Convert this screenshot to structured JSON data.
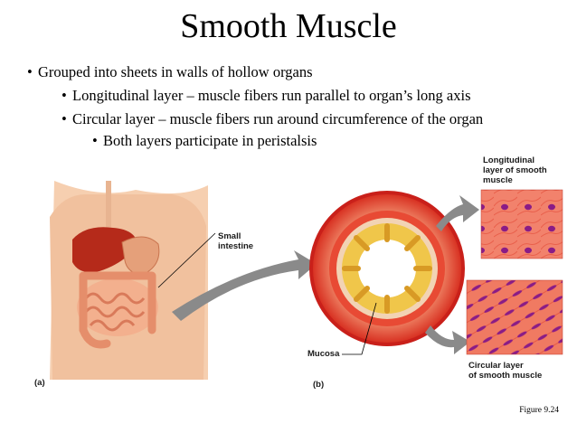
{
  "slide": {
    "title": "Smooth Muscle",
    "bullets": [
      {
        "symbol": "•",
        "text": "Grouped into sheets in walls of hollow organs"
      },
      {
        "symbol": "•",
        "text": "Longitudinal layer – muscle fibers run parallel to organ’s long axis"
      },
      {
        "symbol": "•",
        "text": "Circular layer – muscle fibers run around circumference of the organ"
      },
      {
        "symbol": "•",
        "text": "Both layers participate in peristalsis"
      }
    ],
    "figure": {
      "panel_a": "(a)",
      "panel_b": "(b)",
      "small_intestine": "Small\nintestine",
      "mucosa": "Mucosa",
      "longitudinal": "Longitudinal\nlayer of smooth\nmuscle",
      "circular": "Circular layer\nof smooth muscle",
      "caption": "Figure 9.24"
    },
    "colors": {
      "muscle_red": "#e23a28",
      "mucosa_yellow": "#f0c64a",
      "skin": "#f4c7a3",
      "arrow_gray": "#8a8a8a",
      "nucleus_purple": "#8a1c86"
    }
  }
}
